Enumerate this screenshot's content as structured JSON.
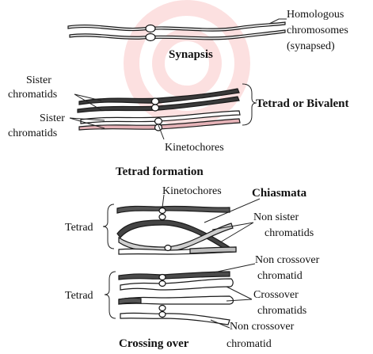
{
  "stage_synapsis": {
    "title": "Synapsis",
    "label_homologous_lines": [
      "Homologous",
      "chromosomes",
      "(synapsed)"
    ]
  },
  "stage_tetrad": {
    "title": "Tetrad formation",
    "label_sister_top_lines": [
      "Sister",
      "chromatids"
    ],
    "label_sister_bottom_lines": [
      "Sister",
      "chromatids"
    ],
    "label_tetrad_or_bivalent": "Tetrad or Bivalent",
    "label_kinetochores": "Kinetochores"
  },
  "stage_crossing": {
    "title": "Crossing over",
    "label_kinetochores": "Kinetochores",
    "label_chiasmata": "Chiasmata",
    "label_tetrad_upper": "Tetrad",
    "label_tetrad_lower": "Tetrad",
    "label_non_sister_lines": [
      "Non sister",
      "chromatids"
    ],
    "label_non_crossover_top_lines": [
      "Non crossover",
      "chromatid"
    ],
    "label_crossover_lines": [
      "Crossover",
      "chromatids"
    ],
    "label_non_crossover_bottom_lines": [
      "Non crossover",
      "chromatid"
    ]
  },
  "colors": {
    "chromatid_dark": "#333333",
    "chromatid_pink": "#d98c94",
    "chromatid_gray": "#bdbdbd",
    "watermark": "#f25a5a"
  }
}
